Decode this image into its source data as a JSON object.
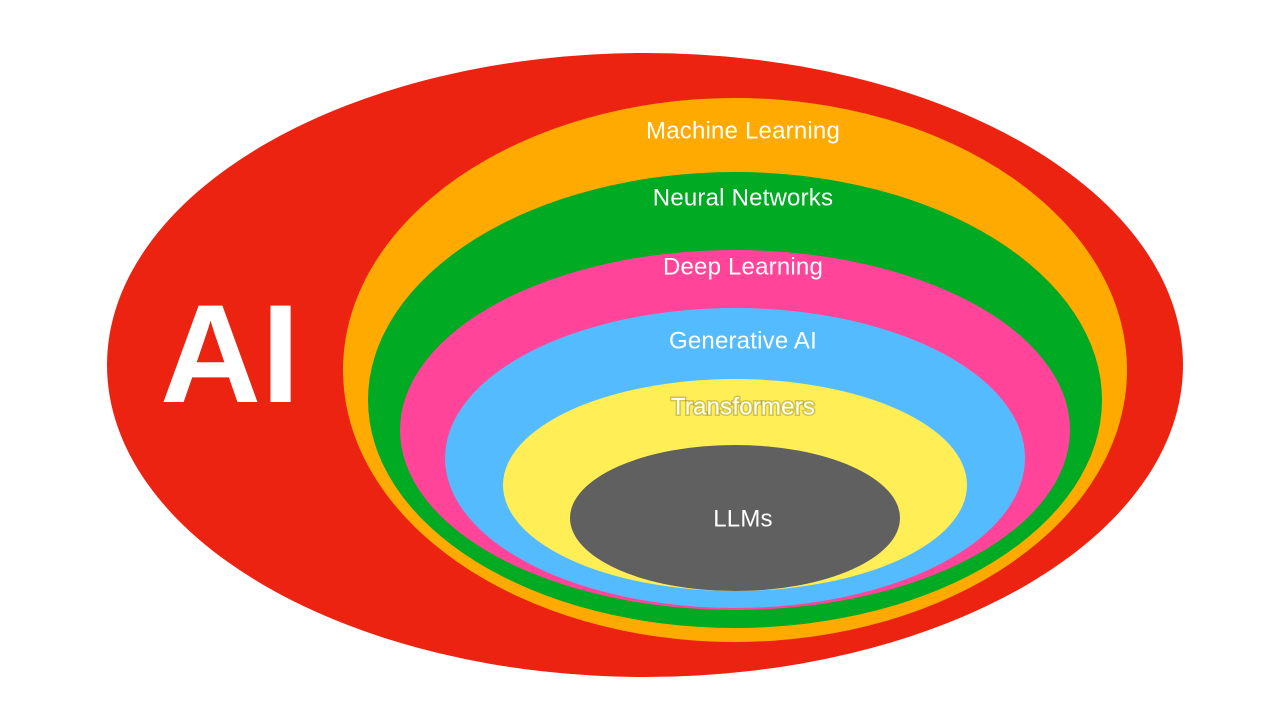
{
  "diagram": {
    "outer": {
      "label": "AI",
      "color": "#ED2311"
    },
    "layers": [
      {
        "id": "machine-learning",
        "label": "Machine Learning",
        "color": "#FFAA00"
      },
      {
        "id": "neural-networks",
        "label": "Neural Networks",
        "color": "#00AA22"
      },
      {
        "id": "deep-learning",
        "label": "Deep Learning",
        "color": "#FF4499"
      },
      {
        "id": "generative-ai",
        "label": "Generative AI",
        "color": "#55BBFF"
      },
      {
        "id": "transformers",
        "label": "Transformers",
        "color": "#FFEE55"
      },
      {
        "id": "llms",
        "label": "LLMs",
        "color": "#606060"
      }
    ]
  }
}
